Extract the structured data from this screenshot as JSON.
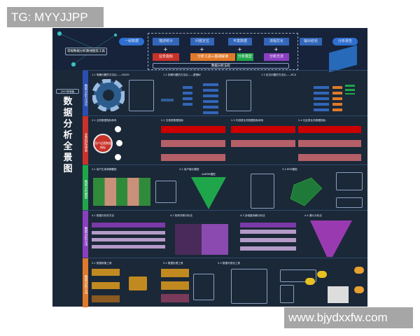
{
  "watermarks": {
    "top_left": "TG: MYYJJPP",
    "bottom_right": "www.bjydxxfw.com"
  },
  "header": {
    "roadmap_label": "常规数据分析路线图及工具",
    "flow": [
      "一组数据",
      "描述统计",
      "问题定位",
      "丰富数据",
      "流程优化",
      "输出结论",
      "分析报告"
    ],
    "supports": [
      {
        "label": "业务指标",
        "color": "#c8322a"
      },
      {
        "label": "分析工具+基础解读",
        "color": "#e07a2a"
      },
      {
        "label": "分析模型",
        "color": "#1fa64a"
      },
      {
        "label": "分析方法",
        "color": "#8a3fc0"
      }
    ],
    "wheel_label": "数据分析法轮"
  },
  "side": {
    "edition": "2023年新版",
    "title": "数据分析全景图"
  },
  "sections": [
    {
      "tab": "数据分析方法论",
      "color": "#2a4fb0",
      "titles": [
        "1.1 明确问题的方法论——5W2H",
        "1.2 拆解问题的方法论——逻辑树",
        "1.3 定位问题的方法论——RCA"
      ]
    },
    {
      "tab": "业务指标体系",
      "color": "#c8322a",
      "titles": [
        "2.1 业务数据指标体系",
        "2.2 交易类数据指标",
        "2.3 内容类业务数据指标体系",
        "2.4 社区类业务数据指标"
      ],
      "center": "用户运营数据指标"
    },
    {
      "tab": "数据分析模型",
      "color": "#1fa64a",
      "titles": [
        "3.1 用户生命周期模型",
        "3.2 用户增长模型",
        "3.3 RFM模型"
      ],
      "aarrr": "AARRR模型"
    },
    {
      "tab": "数据分析方法",
      "color": "#8a3fc0",
      "titles": [
        "4.1 数据分析的方法",
        "4.2 矩阵关联分析法",
        "4.3 多维度拆解分析法",
        "4.4 漏斗分析法"
      ]
    },
    {
      "tab": "数据分析工具",
      "color": "#e07a2a",
      "titles": [
        "5.1 数据收集工具",
        "5.2 数据处理工具",
        "5.3 数据可视化工具"
      ]
    }
  ]
}
